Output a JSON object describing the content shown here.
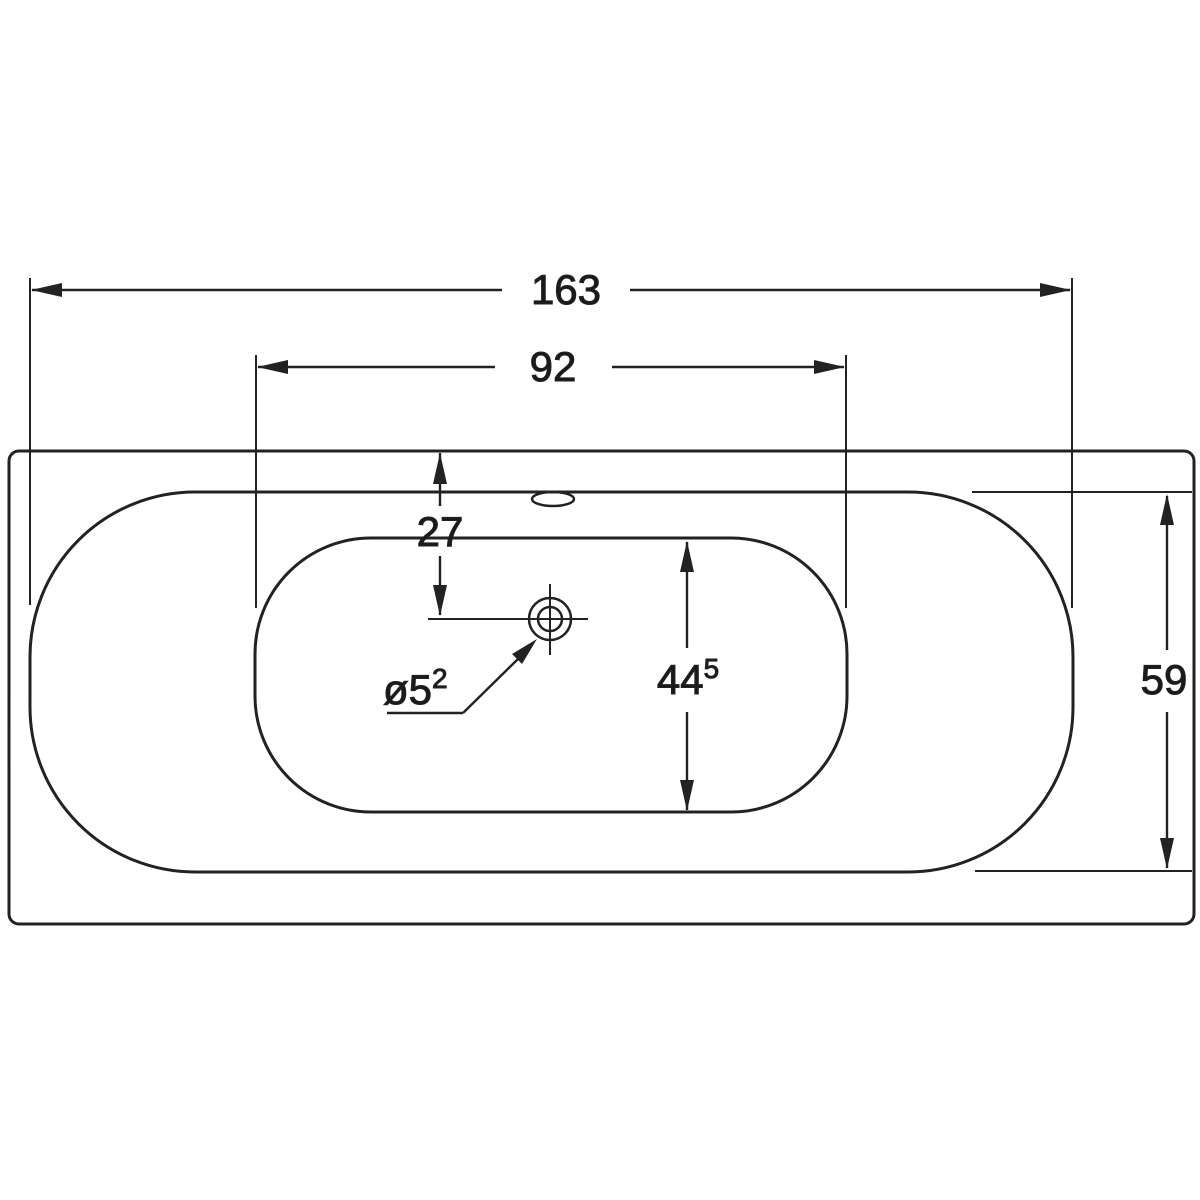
{
  "drawing": {
    "subject": "Bathtub technical drawing, top view with dimensions",
    "colors": {
      "line": "#222222",
      "background": "#ffffff"
    },
    "dimensions": {
      "overall_length": "163",
      "floor_length": "92",
      "drain_offset_from_edge": "27",
      "floor_width_main": "44",
      "floor_width_sup": "5",
      "drain_diameter_main": "ø5",
      "drain_diameter_sup": "2",
      "overall_width": "59"
    }
  }
}
